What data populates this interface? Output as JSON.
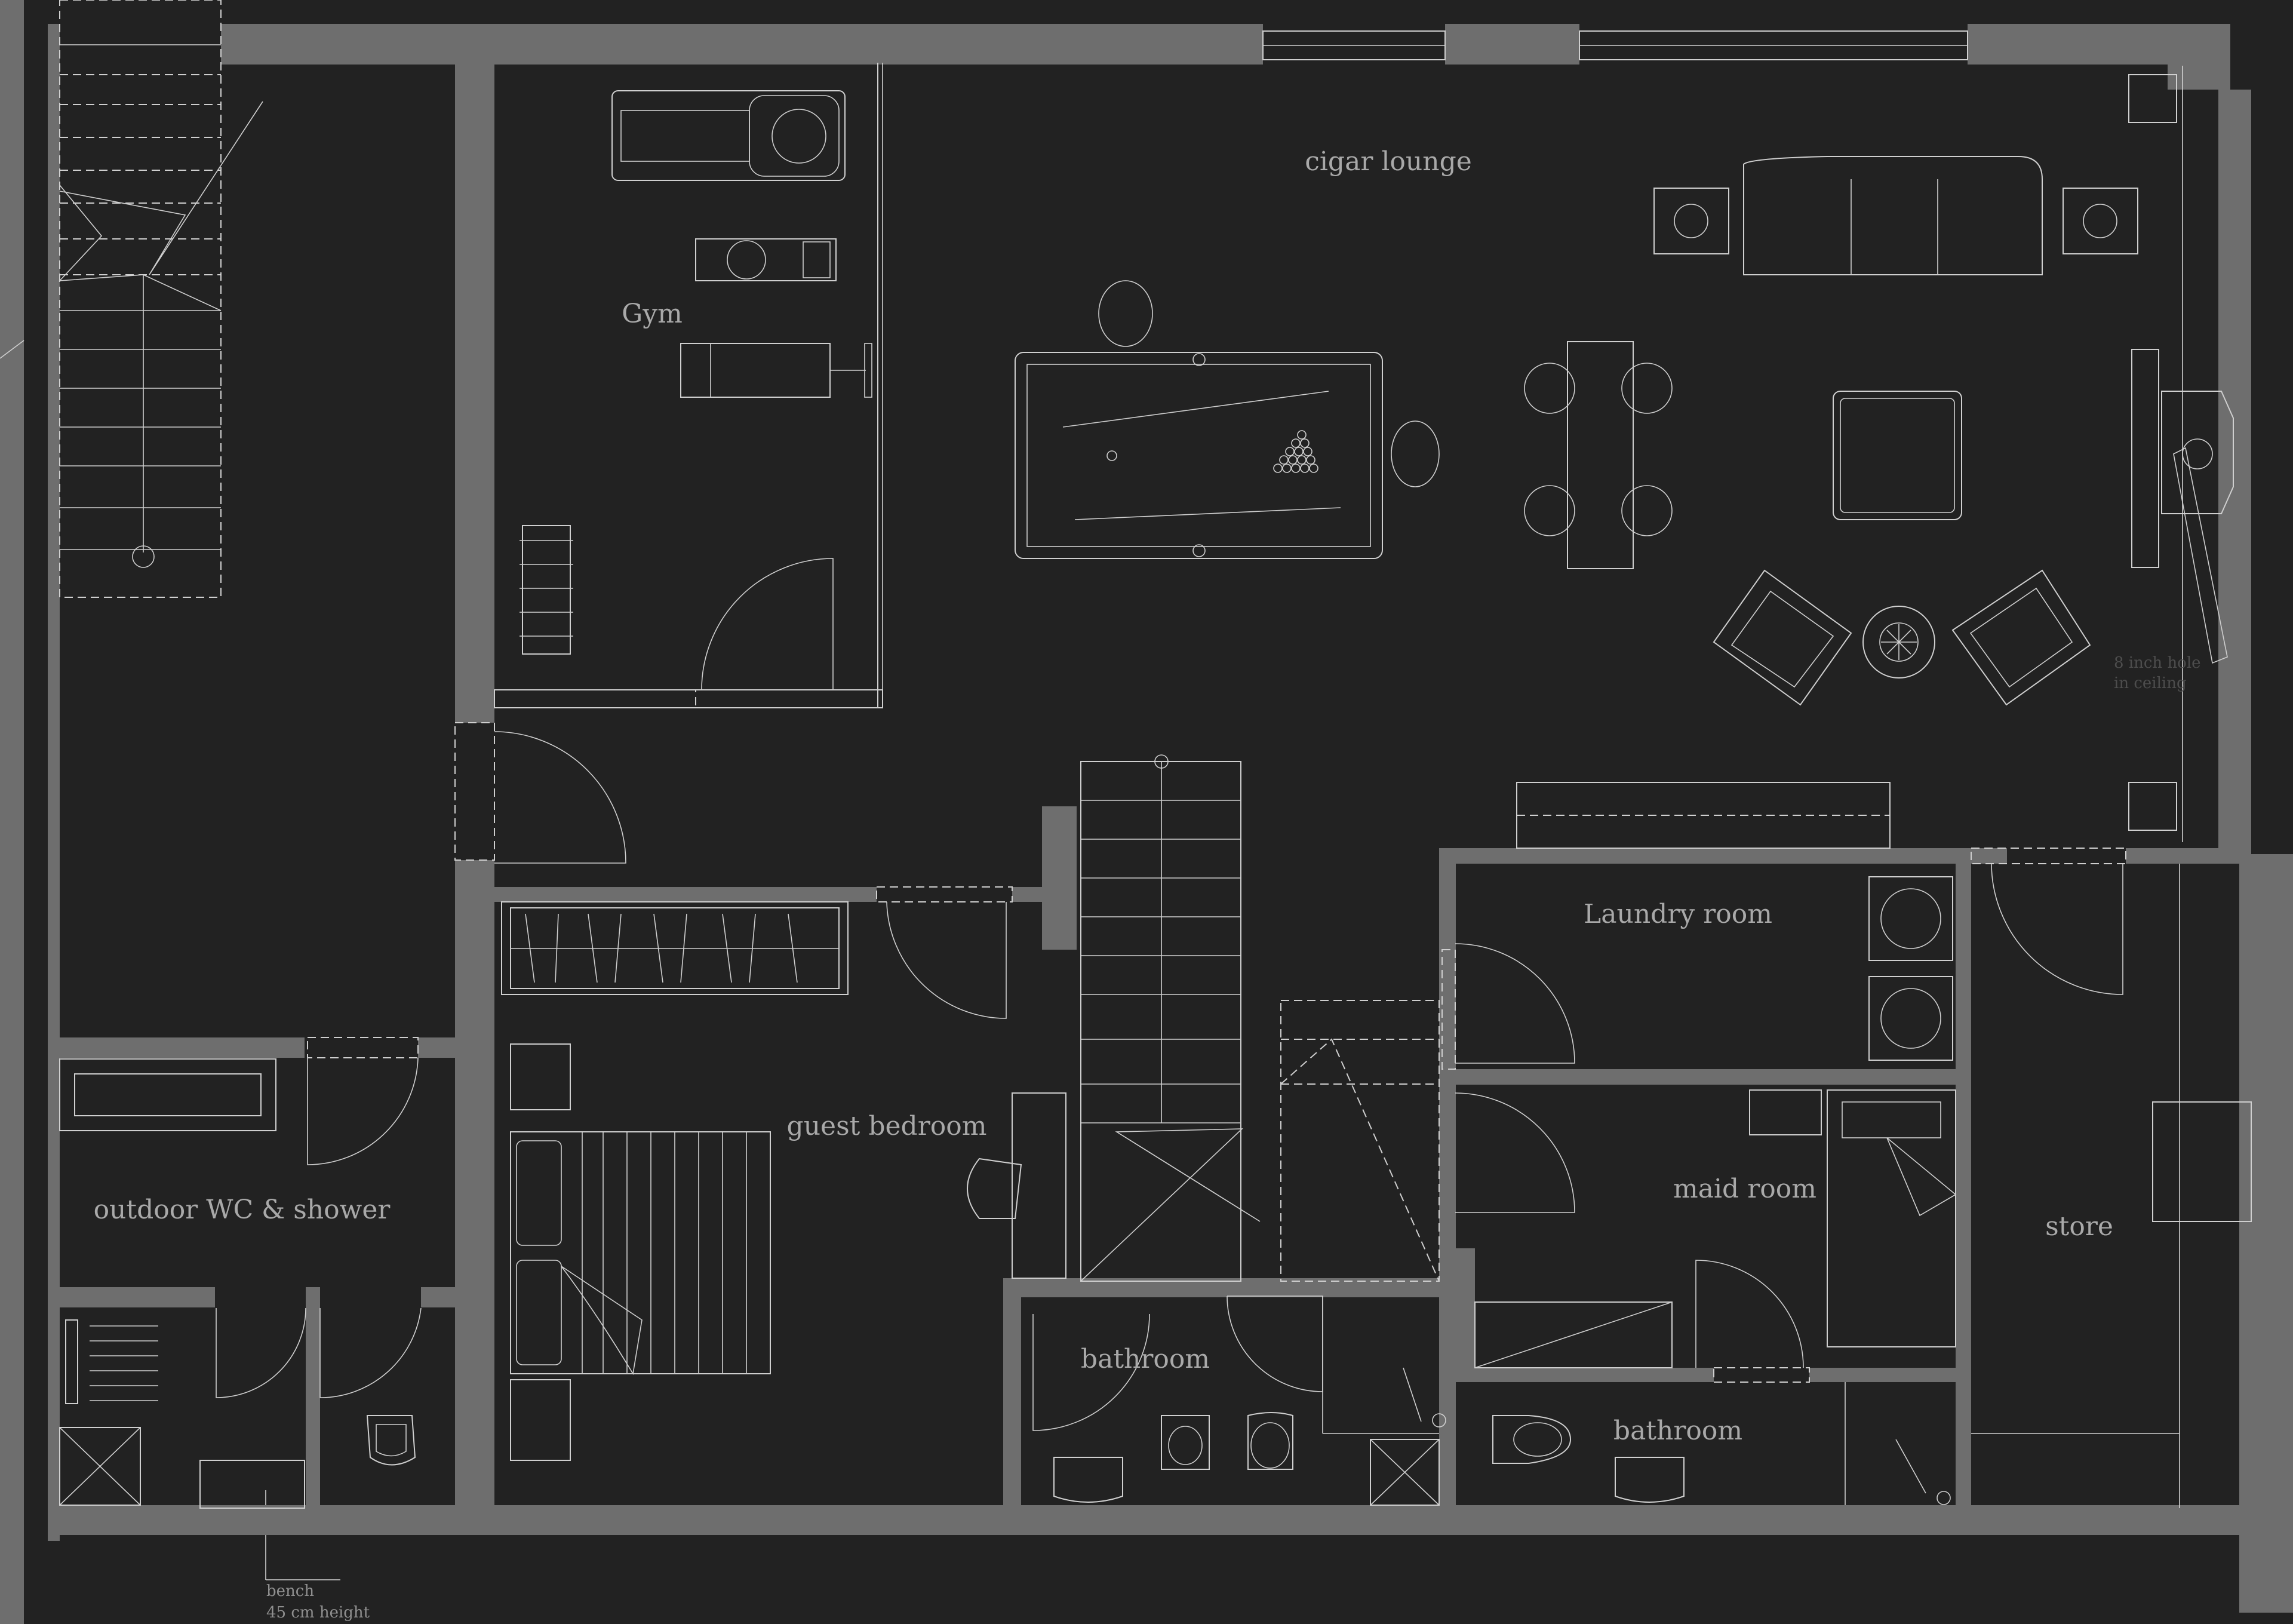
{
  "rooms": {
    "cigar_lounge": "cigar lounge",
    "gym": "Gym",
    "guest_bedroom": "guest bedroom",
    "outdoor_wc": "outdoor WC & shower",
    "laundry": "Laundry room",
    "maid_room": "maid room",
    "store": "store",
    "bathroom_a": "bathroom",
    "bathroom_b": "bathroom"
  },
  "notes": {
    "bench_1": "bench",
    "bench_2": "45 cm height",
    "hole_1": "8 inch hole",
    "hole_2": "in ceiling"
  },
  "colors": {
    "background": "#222222",
    "wall": "#6e6e6e",
    "linework": "#cfcfcf",
    "label": "#a9a9a9"
  }
}
